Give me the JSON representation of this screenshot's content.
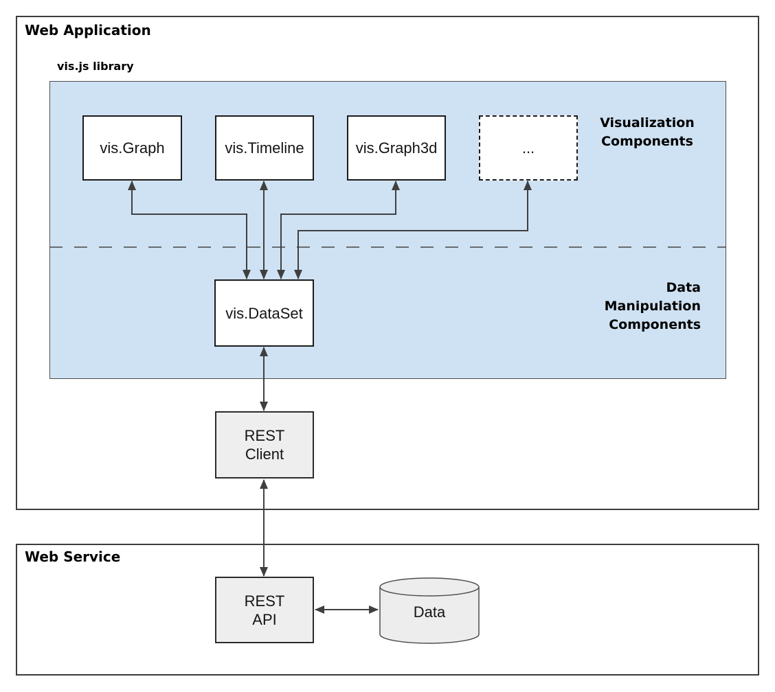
{
  "web_application": {
    "title": "Web Application",
    "visjs_library": {
      "label": "vis.js library",
      "visualization_components": {
        "section_label": "Visualization\nComponents",
        "boxes": [
          {
            "label": "vis.Graph"
          },
          {
            "label": "vis.Timeline"
          },
          {
            "label": "vis.Graph3d"
          },
          {
            "label": "..."
          }
        ]
      },
      "data_manipulation_components": {
        "section_label": "Data\nManipulation\nComponents",
        "boxes": [
          {
            "label": "vis.DataSet"
          }
        ]
      }
    },
    "rest_client": {
      "label": "REST\nClient"
    }
  },
  "web_service": {
    "title": "Web Service",
    "rest_api": {
      "label": "REST\nAPI"
    },
    "data_store": {
      "label": "Data"
    }
  },
  "connections": [
    {
      "from": "vis.Graph",
      "to": "vis.DataSet",
      "bidirectional": true
    },
    {
      "from": "vis.Timeline",
      "to": "vis.DataSet",
      "bidirectional": true
    },
    {
      "from": "vis.Graph3d",
      "to": "vis.DataSet",
      "bidirectional": true
    },
    {
      "from": "...",
      "to": "vis.DataSet",
      "bidirectional": true
    },
    {
      "from": "vis.DataSet",
      "to": "REST Client",
      "bidirectional": true
    },
    {
      "from": "REST Client",
      "to": "REST API",
      "bidirectional": true
    },
    {
      "from": "REST API",
      "to": "Data",
      "bidirectional": true
    }
  ],
  "colors": {
    "library_panel_fill": "#cfe2f3",
    "service_box_fill": "#eeeeee",
    "node_fill": "#ffffff",
    "line": "#3f3f3f",
    "text": "#000000"
  }
}
